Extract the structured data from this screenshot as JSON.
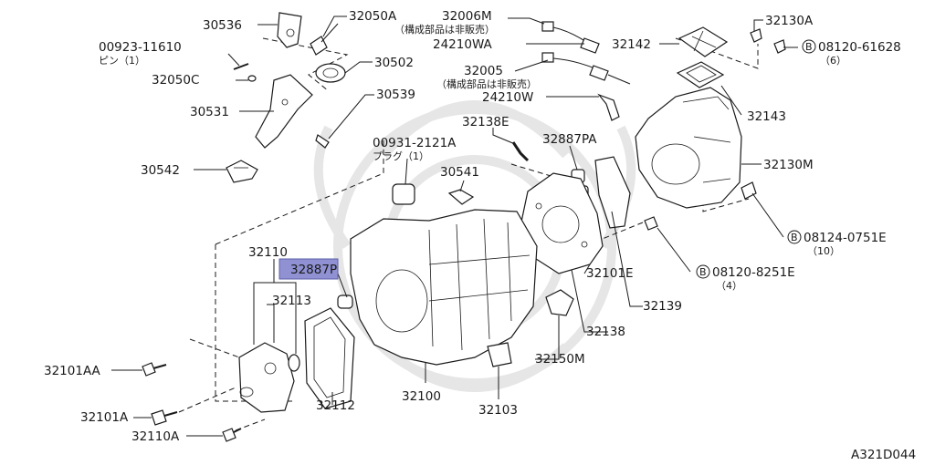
{
  "diagram": {
    "highlight_label": "32887P",
    "diagram_code": "A321D044",
    "parts": {
      "p30536": "30536",
      "p32050A": "32050A",
      "p32006M": "32006M",
      "p32006M_note": "（構成部品は非販売）",
      "p24210WA": "24210WA",
      "p32142": "32142",
      "p32130A": "32130A",
      "p08120_61628": "08120-61628",
      "p08120_61628_qty": "（6）",
      "p00923_11610": "00923-11610",
      "p00923_11610_note": "ピン（1）",
      "p30502": "30502",
      "p32050C": "32050C",
      "p32005": "32005",
      "p32005_note": "（構成部品は非販売）",
      "p30539": "30539",
      "p24210W": "24210W",
      "p32143": "32143",
      "p30531": "30531",
      "p32138E": "32138E",
      "p00931_2121A": "00931-2121A",
      "p00931_2121A_note": "プラグ（1）",
      "p32887PA": "32887PA",
      "p30541": "30541",
      "p32130M": "32130M",
      "p30542": "30542",
      "p08124_0751E": "08124-0751E",
      "p08124_0751E_qty": "（10）",
      "p32110": "32110",
      "p32101E": "32101E",
      "p08120_8251E": "08120-8251E",
      "p08120_8251E_qty": "（4）",
      "p32113": "32113",
      "p32139": "32139",
      "p32138": "32138",
      "p32101AA": "32101AA",
      "p32150M": "32150M",
      "p32112": "32112",
      "p32100": "32100",
      "p32103": "32103",
      "p32101A": "32101A",
      "p32110A": "32110A",
      "circle_b": "B"
    }
  }
}
